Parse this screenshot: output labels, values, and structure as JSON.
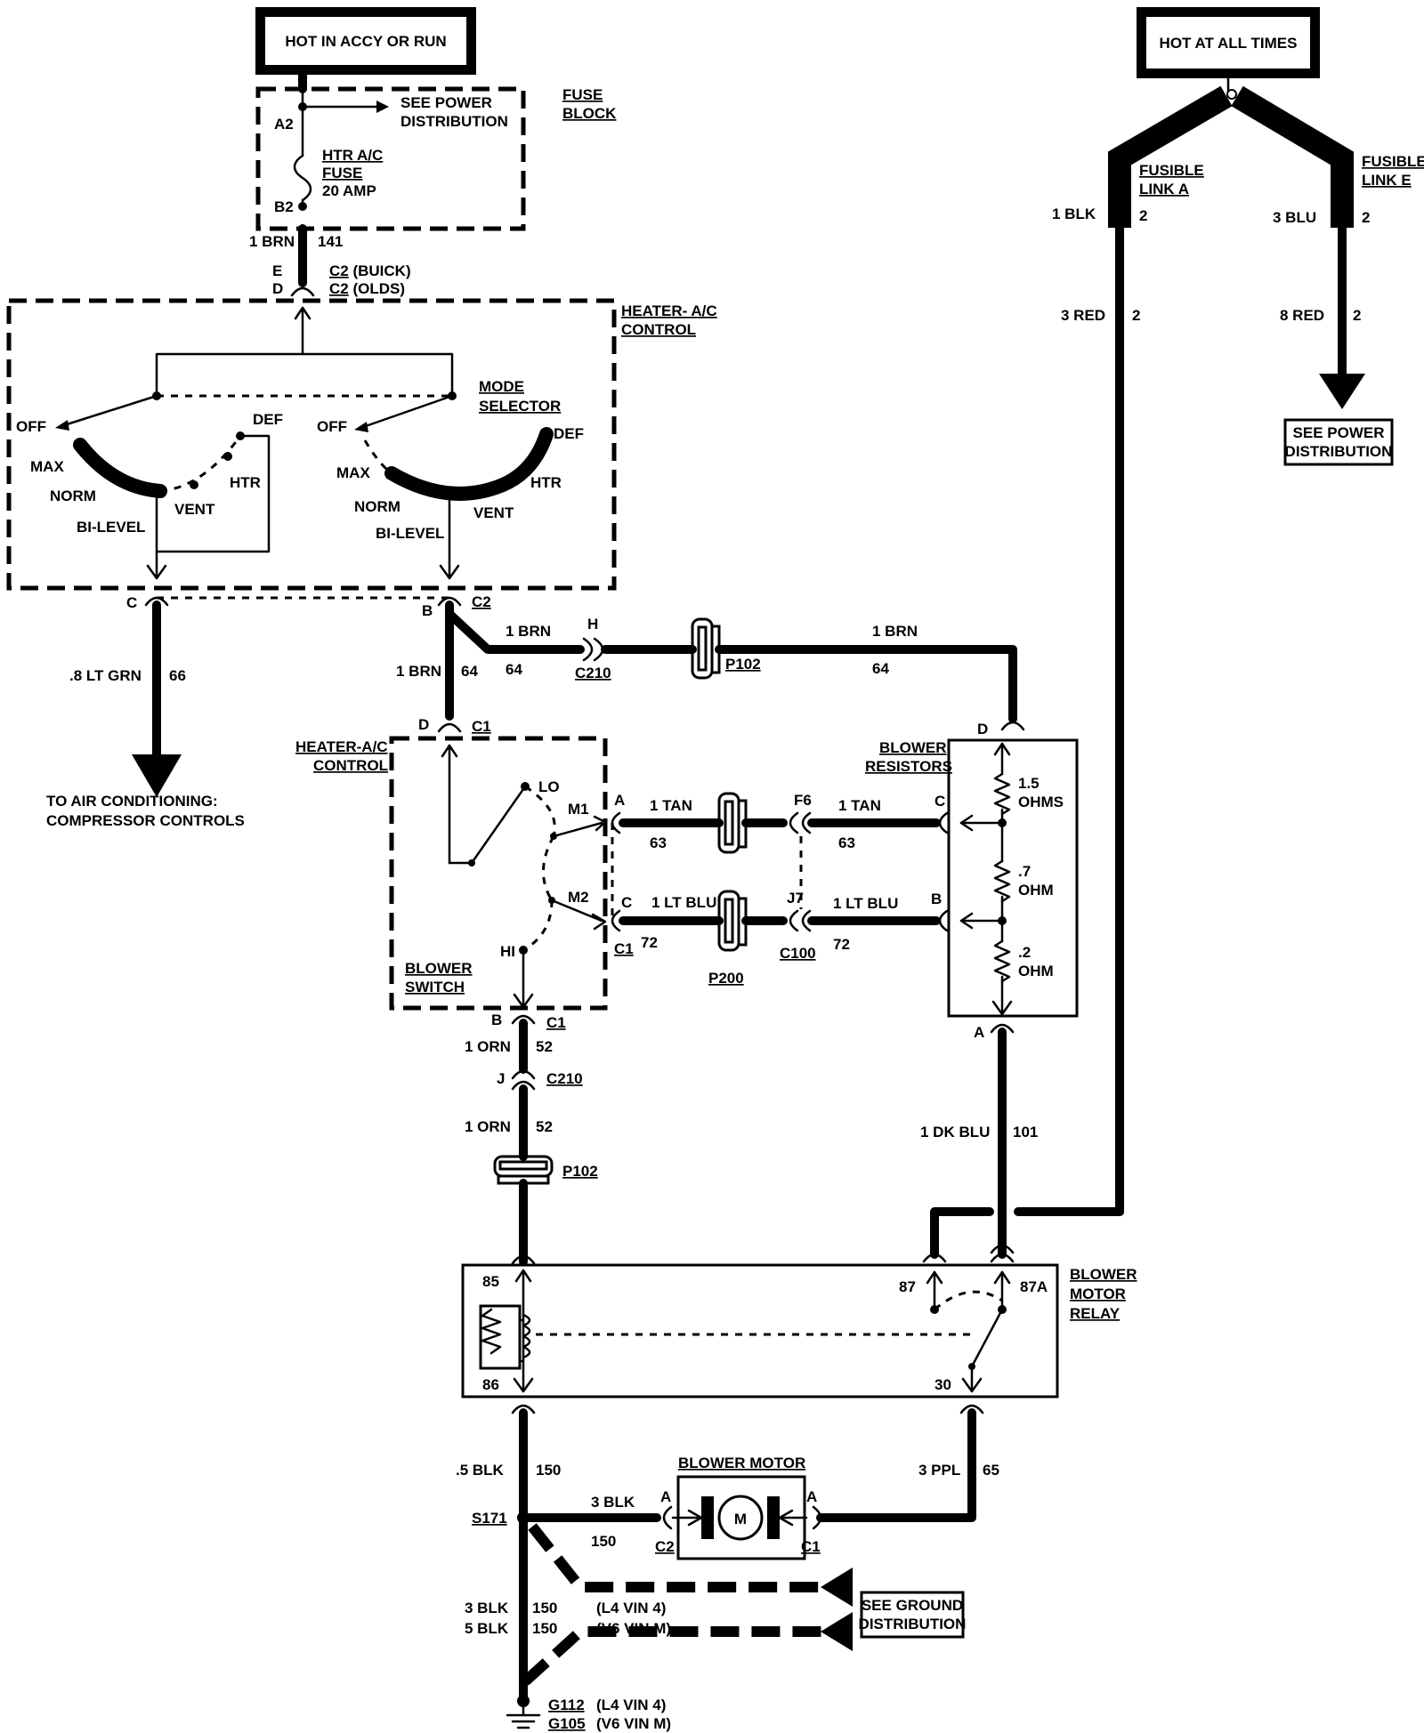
{
  "power": {
    "hot_accy_run": "HOT IN ACCY OR RUN",
    "hot_all_times": "HOT AT ALL TIMES",
    "see_power_1": "SEE POWER",
    "see_power_2": "DISTRIBUTION",
    "see_power_box_1": "SEE POWER",
    "see_power_box_2": "DISTRIBUTION"
  },
  "fuse_block": {
    "label_1": "FUSE",
    "label_2": "BLOCK",
    "pin_a2": "A2",
    "pin_b2": "B2",
    "fuse_1": "HTR A/C",
    "fuse_2": "FUSE",
    "fuse_3": "20 AMP"
  },
  "fusible_links": {
    "a_1": "FUSIBLE",
    "a_2": "LINK A",
    "e_1": "FUSIBLE",
    "e_2": "LINK E",
    "w_1blk": "1 BLK",
    "w_1blk_n": "2",
    "w_3blu": "3 BLU",
    "w_3blu_n": "2",
    "w_3red": "3 RED",
    "w_3red_n": "2",
    "w_8red": "8 RED",
    "w_8red_n": "2"
  },
  "wires": {
    "brn141": "1 BRN",
    "n141": "141",
    "conn_e": "E",
    "conn_d": "D",
    "c2_buick_a": "C2",
    "c2_buick_b": " (BUICK)",
    "c2_olds_a": "C2",
    "c2_olds_b": " (OLDS)",
    "ltgrn": ".8 LT GRN",
    "n66": "66",
    "brn64_a": "1 BRN",
    "n64_a": "64",
    "brn64_b": "1 BRN",
    "n64_b": "64",
    "brn64_c": "1 BRN",
    "n64_c": "64",
    "conn_h": "H",
    "c210_a": "C210",
    "p102_a": "P102",
    "tan_a": "1 TAN",
    "n63_a": "63",
    "tan_b": "1 TAN",
    "n63_b": "63",
    "ltblu_a": "1 LT BLU",
    "n72_a": "72",
    "ltblu_b": "1 LT BLU",
    "n72_b": "72",
    "f6": "F6",
    "j7": "J7",
    "c100": "C100",
    "p200": "P200",
    "orn_a": "1 ORN",
    "n52_a": "52",
    "conn_j": "J",
    "c210_b": "C210",
    "orn_b": "1 ORN",
    "n52_b": "52",
    "p102_b": "P102",
    "dkblu": "1 DK BLU",
    "n101": "101",
    "blk150": ".5 BLK",
    "n150": "150",
    "ppl": "3 PPL",
    "n65": "65",
    "blk3": "3 BLK",
    "n150b": "150",
    "s171": "S171",
    "g_3blk": "3 BLK",
    "g_150a": "150",
    "g_l4": "(L4 VIN 4)",
    "g_5blk": "5 BLK",
    "g_150b": "150",
    "g_v6": "(V6 VIN M)",
    "g112": "G112",
    "g112_note": "(L4 VIN 4)",
    "g105": "G105",
    "g105_note": "(V6 VIN M)",
    "see_ground_1": "SEE GROUND",
    "see_ground_2": "DISTRIBUTION",
    "to_ac_1": "TO AIR CONDITIONING:",
    "to_ac_2": "COMPRESSOR CONTROLS"
  },
  "mode_selector": {
    "title_1": "HEATER- A/C",
    "title_2": "CONTROL",
    "mode_1": "MODE",
    "mode_2": "SELECTOR",
    "off_l": "OFF",
    "max_l": "MAX",
    "norm_l": "NORM",
    "bilevel_l": "BI-LEVEL",
    "vent_l": "VENT",
    "htr_l": "HTR",
    "def_l": "DEF",
    "off_r": "OFF",
    "max_r": "MAX",
    "norm_r": "NORM",
    "bilevel_r": "BI-LEVEL",
    "vent_r": "VENT",
    "htr_r": "HTR",
    "def_r": "DEF",
    "pin_c": "C",
    "pin_b": "B",
    "c2": "C2"
  },
  "blower_switch": {
    "title_1": "HEATER-A/C",
    "title_2": "CONTROL",
    "pin_d": "D",
    "c1_top": "C1",
    "lo": "LO",
    "m1": "M1",
    "m2": "M2",
    "hi": "HI",
    "pin_a": "A",
    "pin_c": "C",
    "c1_side": "C1",
    "label_1": "BLOWER",
    "label_2": "SWITCH",
    "pin_b": "B",
    "c1_bottom": "C1"
  },
  "resistors": {
    "title_1": "BLOWER",
    "title_2": "RESISTORS",
    "pin_d": "D",
    "pin_c": "C",
    "pin_b": "B",
    "pin_a": "A",
    "r1_1": "1.5",
    "r1_2": "OHMS",
    "r2_1": ".7",
    "r2_2": "OHM",
    "r3_1": ".2",
    "r3_2": "OHM"
  },
  "relay": {
    "title_1": "BLOWER",
    "title_2": "MOTOR",
    "title_3": "RELAY",
    "p85": "85",
    "p86": "86",
    "p87": "87",
    "p87a": "87A",
    "p30": "30"
  },
  "motor": {
    "title": "BLOWER MOTOR",
    "m": "M",
    "pin_a_left": "A",
    "c2": "C2",
    "pin_a_right": "A",
    "c1": "C1"
  }
}
